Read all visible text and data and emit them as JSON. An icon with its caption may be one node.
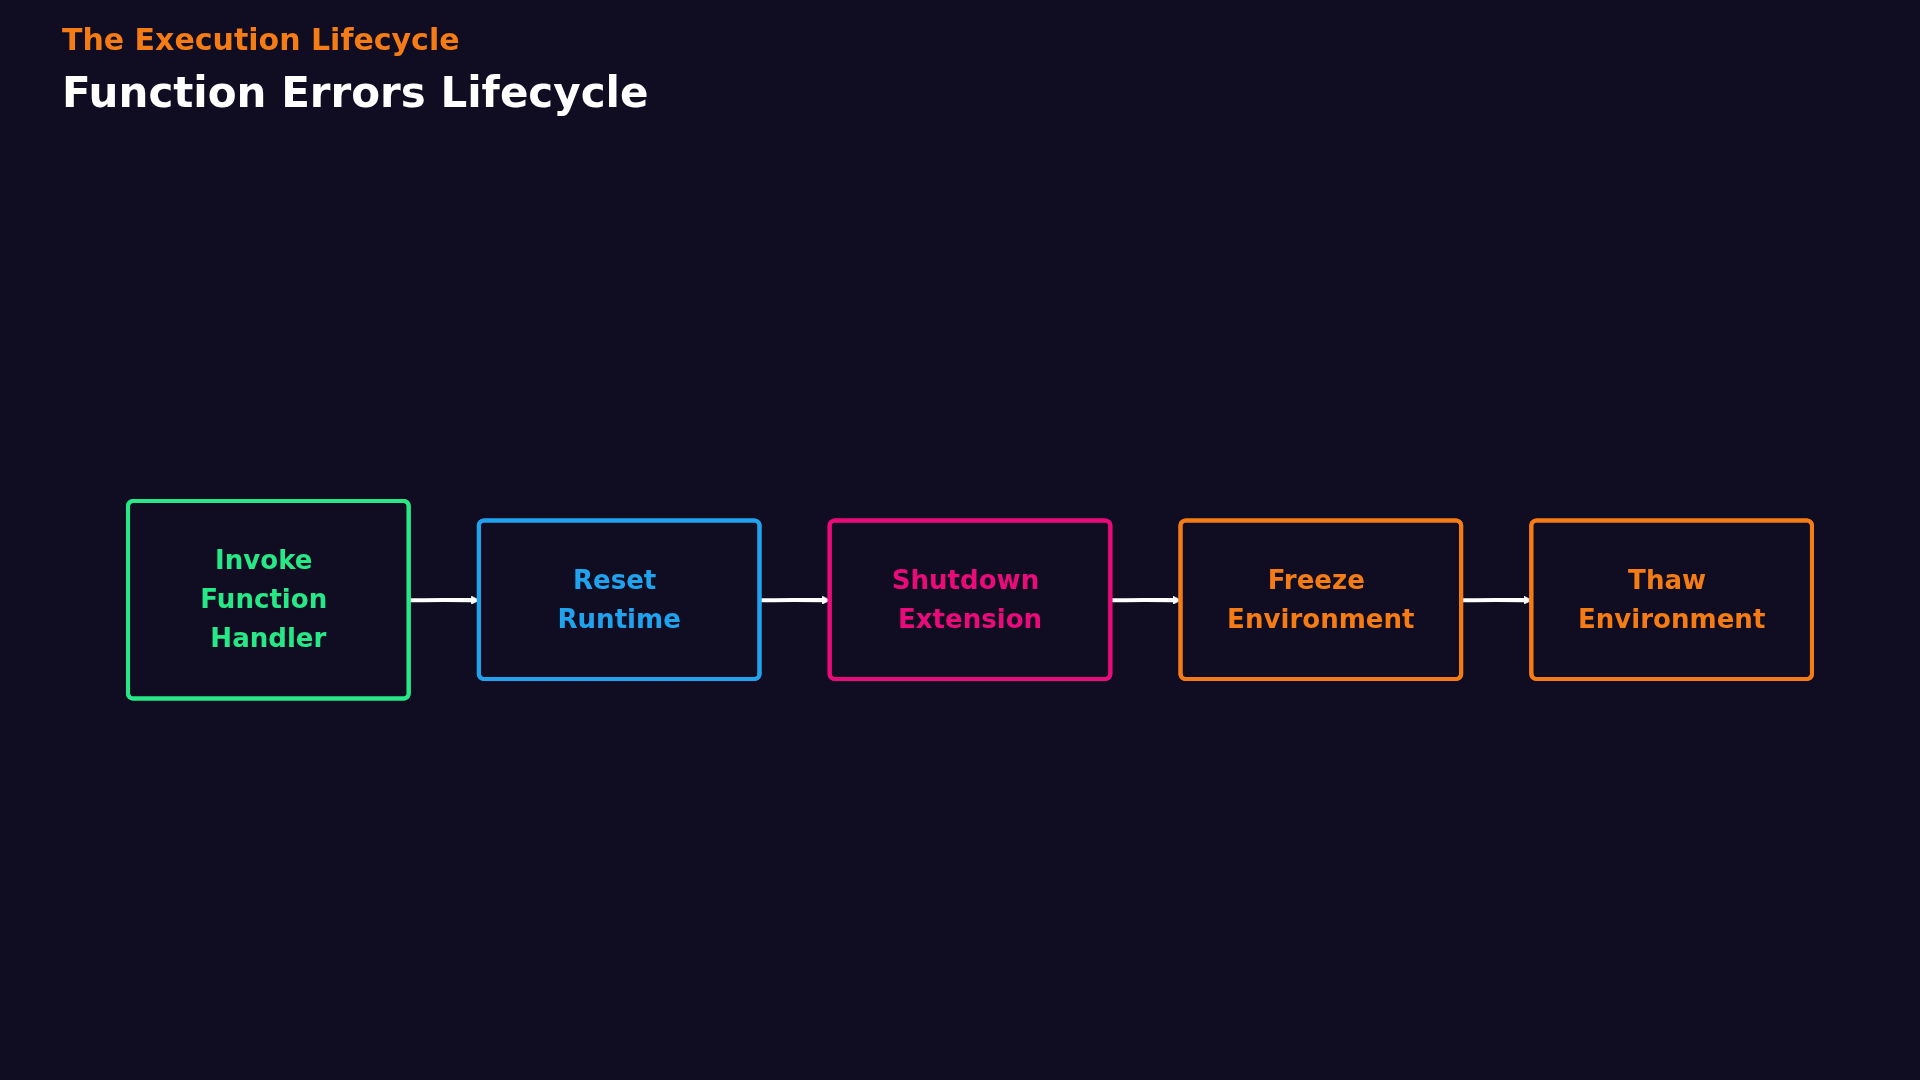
{
  "diagram": {
    "title": "Function Errors Lifecycle",
    "nodes": [
      {
        "text": [
          "Invoke Function Handler"
        ]
      },
      {
        "text": [
          "Reset Runtime"
        ]
      },
      {
        "text": [
          "Shutdown Extension"
        ]
      },
      {
        "text": [
          "Freeze Environment"
        ]
      },
      {
        "text": [
          "Thaw Environment"
        ]
      }
    ],
    "edges": [
      {
        "from": 0,
        "to": 1,
        "arrow": "to"
      },
      {
        "from": 1,
        "to": 2,
        "arrow": "to"
      },
      {
        "from": 2,
        "to": 3,
        "arrow": "to"
      },
      {
        "from": 3,
        "to": 4,
        "arrow": "to"
      }
    ],
    "labels": [
      "The Execution Lifecycle"
    ]
  }
}
